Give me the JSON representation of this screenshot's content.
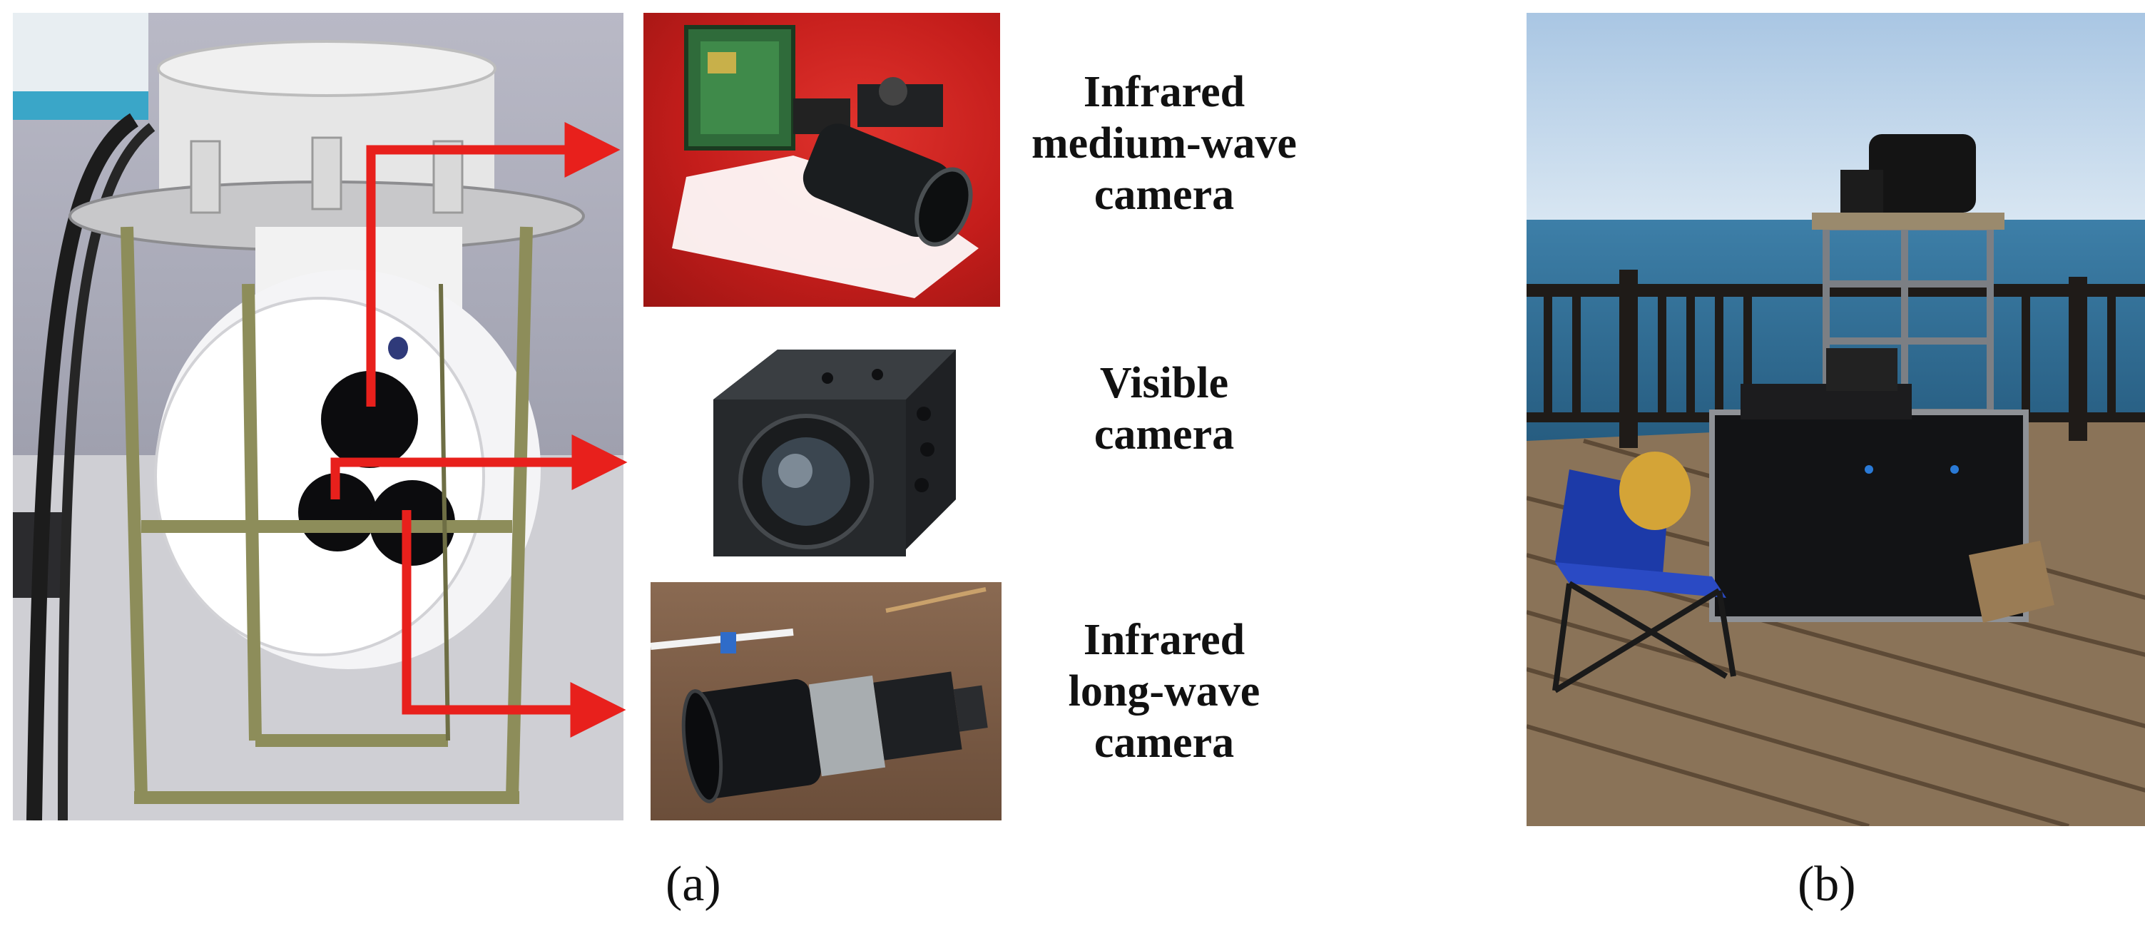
{
  "panel_a": {
    "label": "(a)",
    "captions": {
      "mwir": [
        "Infrared",
        "medium-wave",
        "camera"
      ],
      "visible": [
        "Visible",
        "camera"
      ],
      "lwir": [
        "Infrared",
        "long-wave",
        "camera"
      ]
    }
  },
  "panel_b": {
    "label": "(b)"
  },
  "colors": {
    "arrow": "#e8201c",
    "mwir_background": "#c41d1b",
    "sky": "#bcd4ea",
    "sea": "#2f6f98"
  }
}
